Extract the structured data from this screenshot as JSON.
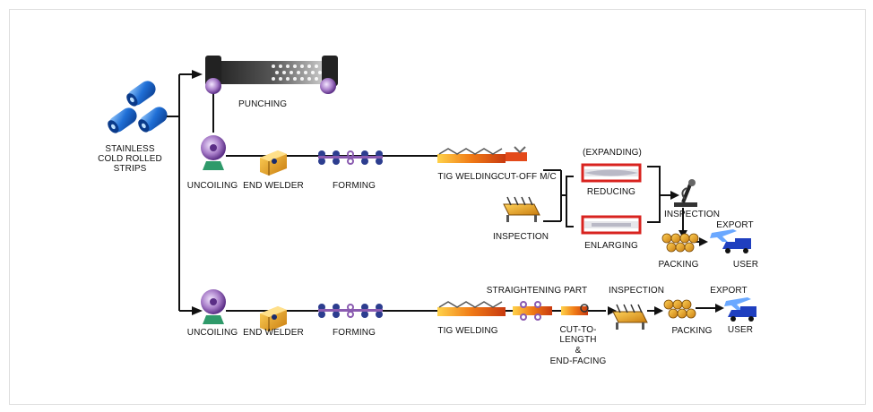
{
  "source": {
    "line1": "STAINLESS",
    "line2": "COLD ROLLED",
    "line3": "STRIPS"
  },
  "punching": "PUNCHING",
  "line_a": {
    "uncoiling": "UNCOILING",
    "end_welder": "END WELDER",
    "forming": "FORMING",
    "tig_welding": "TIG WELDING",
    "cutoff": "CUT-OFF M/C",
    "inspection_1": "INSPECTION",
    "expanding": "(EXPANDING)",
    "reducing": "REDUCING",
    "enlarging": "ENLARGING",
    "inspection_2": "INSPECTION",
    "packing": "PACKING",
    "export": "EXPORT",
    "user": "USER"
  },
  "line_b": {
    "uncoiling": "UNCOILING",
    "end_welder": "END WELDER",
    "forming": "FORMING",
    "tig_welding": "TIG WELDING",
    "straightening": "STRAIGHTENING PART",
    "cut_line1": "CUT-TO-",
    "cut_line2": "LENGTH",
    "cut_line3": "&",
    "cut_line4": "END-FACING",
    "inspection": "INSPECTION",
    "packing": "PACKING",
    "export": "EXPORT",
    "user": "USER"
  },
  "colors": {
    "line": "#111111",
    "roll_blue": "#1f6fd6",
    "roller_purple": "#8a5bb0",
    "weld_orange": "#f08a1e",
    "welder_yellow": "#f2b233",
    "reducer_red": "#d8231f",
    "truck_blue": "#1f3fbf",
    "base_green": "#2f9a6a"
  }
}
